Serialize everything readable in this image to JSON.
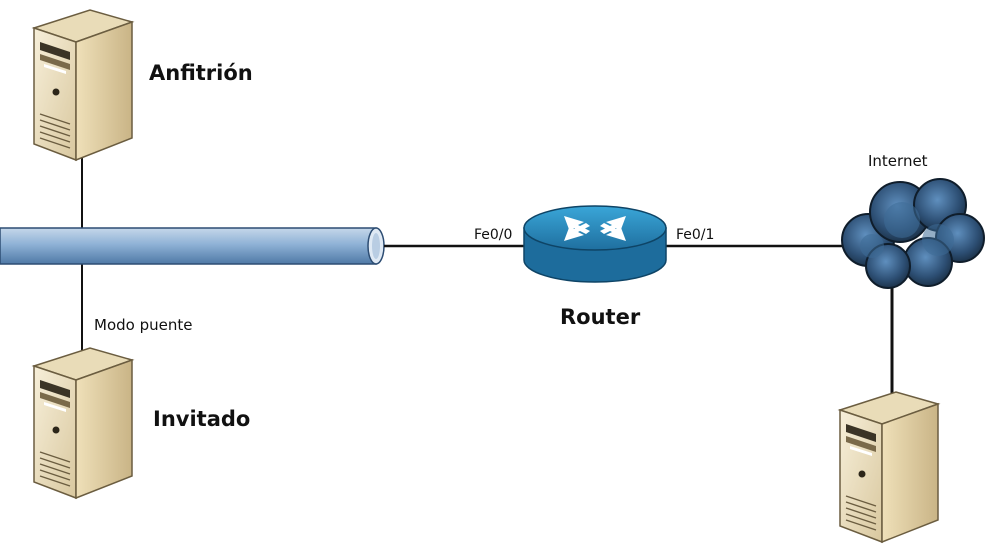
{
  "nodes": {
    "host_label": "Anfitrión",
    "guest_label": "Invitado",
    "router_label": "Router",
    "internet_label": "Internet"
  },
  "links": {
    "bridge_label": "Modo puente",
    "router_port_left": "Fe0/0",
    "router_port_right": "Fe0/1"
  },
  "icons": [
    "server-icon",
    "router-icon",
    "cloud-icon",
    "network-bus-icon"
  ],
  "colors": {
    "server_body": "#efe3c4",
    "bus_pipe": "#8fb2d6",
    "router": "#2a8ec4",
    "cloud": "#2d4f74",
    "line": "#111111"
  }
}
